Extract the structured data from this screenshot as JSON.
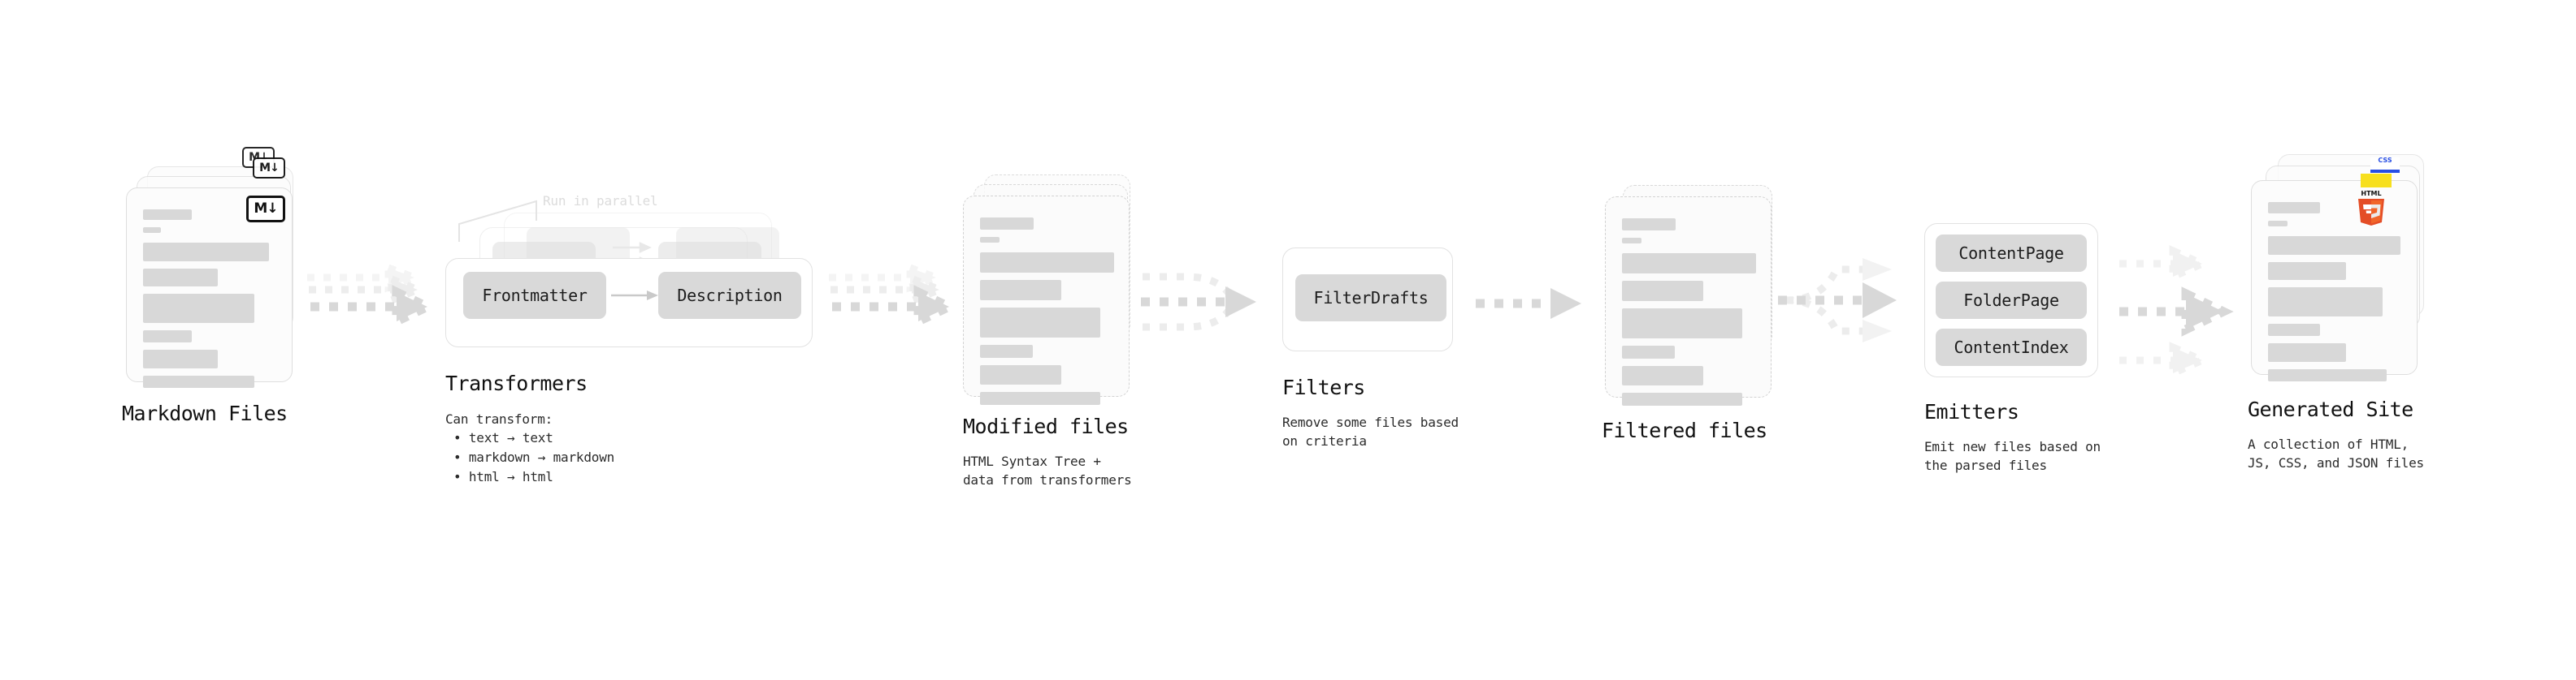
{
  "diagram": {
    "title_role": "quartz-build-pipeline",
    "colors": {
      "card_fill": "#fcfcfc",
      "card_border": "#dedede",
      "bar": "#d8d8d8",
      "chip": "#d9d9d9",
      "arrow": "#d8d8d8",
      "arrow_faint": "#efefef",
      "text": "#1a1a1a",
      "muted_text": "#dcdcdc",
      "html5_orange": "#e44d26",
      "html5_orange_light": "#f16529",
      "js_yellow": "#f7df1e",
      "css_blue": "#264de4"
    }
  },
  "stages": [
    {
      "id": "markdown-files",
      "title": "Markdown Files",
      "caption": "",
      "badge": "markdown-icon",
      "badge_text": "M↓",
      "card_style": "solid",
      "stack_count": 3
    },
    {
      "id": "transformers",
      "title": "Transformers",
      "caption": "Can transform:",
      "bullets": [
        "• text → text",
        "• markdown → markdown",
        "• html → html"
      ],
      "annotation": "Run in parallel",
      "chips": [
        "Frontmatter",
        "Description"
      ],
      "stack_count": 3
    },
    {
      "id": "modified-files",
      "title": "Modified files",
      "caption": "HTML Syntax Tree +\ndata from transformers",
      "card_style": "dashed",
      "stack_count": 3
    },
    {
      "id": "filters",
      "title": "Filters",
      "caption": "Remove some files based\non criteria",
      "chips": [
        "FilterDrafts"
      ]
    },
    {
      "id": "filtered-files",
      "title": "Filtered files",
      "caption": "",
      "card_style": "dashed",
      "stack_count": 2
    },
    {
      "id": "emitters",
      "title": "Emitters",
      "caption": "Emit new files based on\nthe parsed files",
      "chips": [
        "ContentPage",
        "FolderPage",
        "ContentIndex"
      ]
    },
    {
      "id": "generated-site",
      "title": "Generated Site",
      "caption": "A collection of HTML,\nJS, CSS, and JSON files",
      "badges": [
        "html5-icon",
        "js-icon",
        "css-icon"
      ],
      "badge_texts": [
        "HTML5",
        "JS",
        "CSS"
      ],
      "card_style": "solid",
      "stack_count": 3
    }
  ],
  "connectors": [
    {
      "id": "md-to-transformers",
      "kind": "triple-parallel"
    },
    {
      "id": "transformers-to-modified",
      "kind": "triple-parallel"
    },
    {
      "id": "modified-to-filters",
      "kind": "converge"
    },
    {
      "id": "filters-to-filtered",
      "kind": "single"
    },
    {
      "id": "filtered-to-emitters",
      "kind": "diverge"
    },
    {
      "id": "emitters-to-site",
      "kind": "triple-parallel"
    }
  ]
}
